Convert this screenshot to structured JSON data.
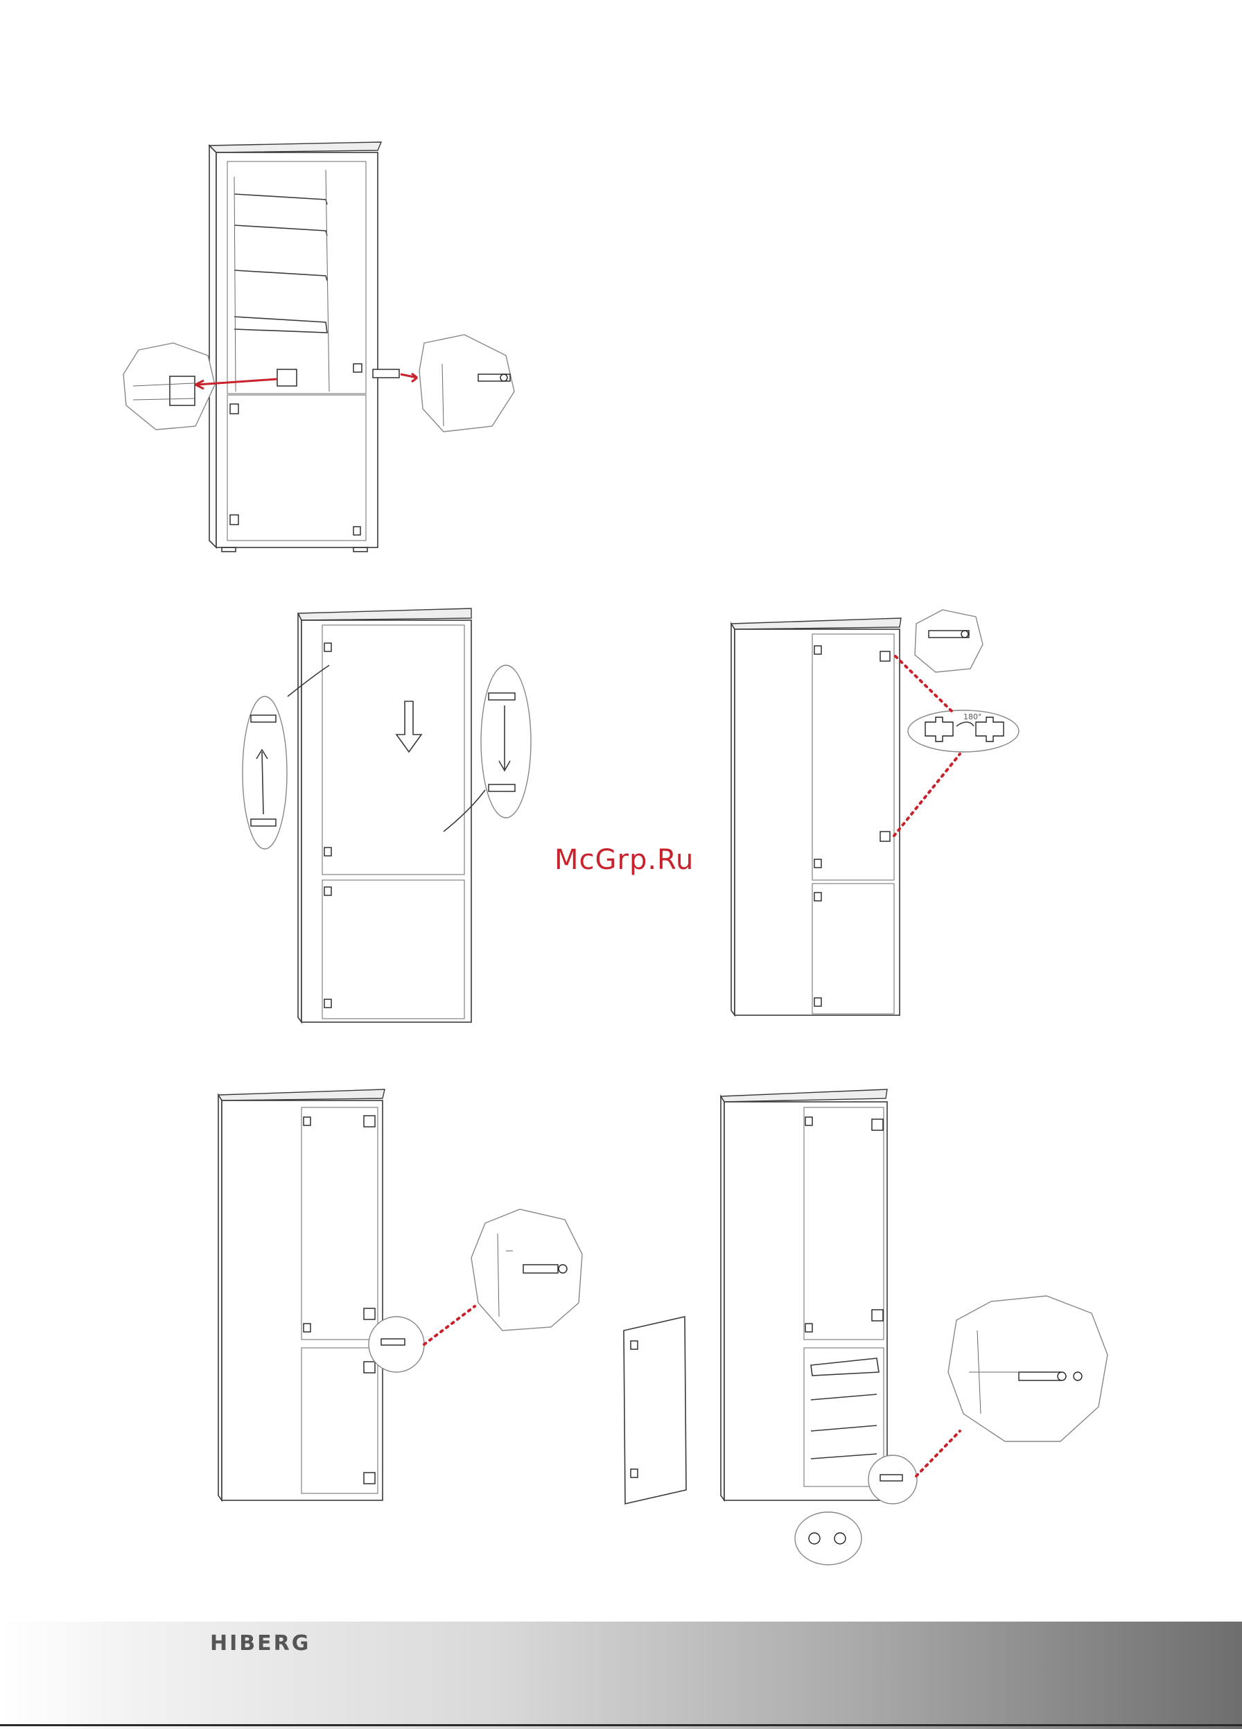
{
  "watermark": "McGrp.Ru",
  "brand": "HIBERG",
  "figures": [
    {
      "id": "step-1",
      "icon": "fridge-open-door-hinge-icon"
    },
    {
      "id": "step-2",
      "icon": "fridge-hinge-swap-icon"
    },
    {
      "id": "step-3",
      "icon": "fridge-hinge-rotate-icon"
    },
    {
      "id": "step-4",
      "icon": "fridge-middle-hinge-icon"
    },
    {
      "id": "step-5",
      "icon": "fridge-lower-door-hinge-icon"
    }
  ],
  "rotation_label": "180°",
  "colors": {
    "accent": "#c8232c",
    "footer_dark": "#6e6e6e",
    "brand_text": "#555555"
  }
}
